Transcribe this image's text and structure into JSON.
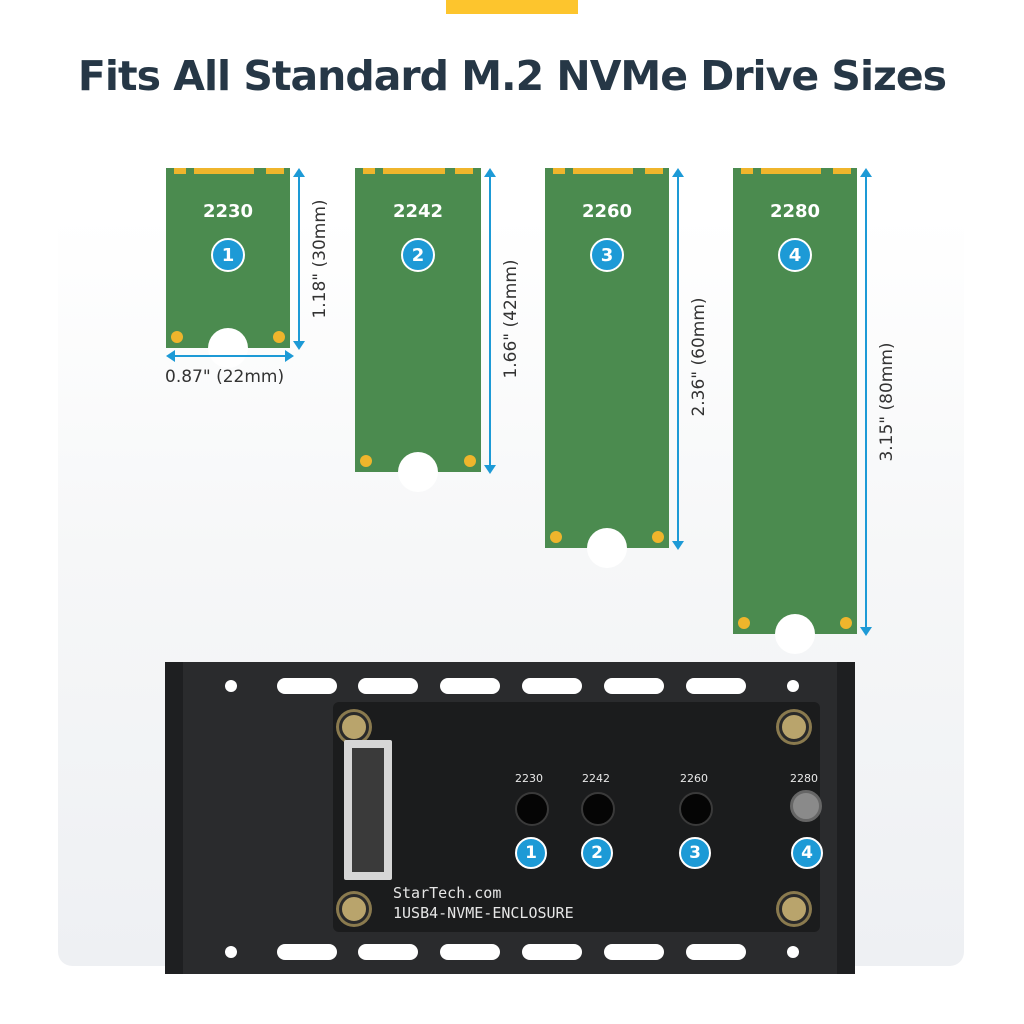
{
  "title": "Fits All Standard M.2 NVMe Drive Sizes",
  "colors": {
    "accent_yellow": "#fdc52d",
    "pcb_green": "#4b8b4f",
    "badge_blue": "#1d9ad6",
    "title": "#263746"
  },
  "drives": [
    {
      "size": "2230",
      "badge": "1",
      "length": "1.18\" (30mm)"
    },
    {
      "size": "2242",
      "badge": "2",
      "length": "1.66\" (42mm)"
    },
    {
      "size": "2260",
      "badge": "3",
      "length": "2.36\" (60mm)"
    },
    {
      "size": "2280",
      "badge": "4",
      "length": "3.15\" (80mm)"
    }
  ],
  "width_label": "0.87\" (22mm)",
  "enclosure": {
    "brand": "StarTech.com",
    "model": "1USB4-NVME-ENCLOSURE",
    "slots": [
      {
        "label": "2230",
        "badge": "1"
      },
      {
        "label": "2242",
        "badge": "2"
      },
      {
        "label": "2260",
        "badge": "3"
      },
      {
        "label": "2280",
        "badge": "4"
      }
    ]
  }
}
